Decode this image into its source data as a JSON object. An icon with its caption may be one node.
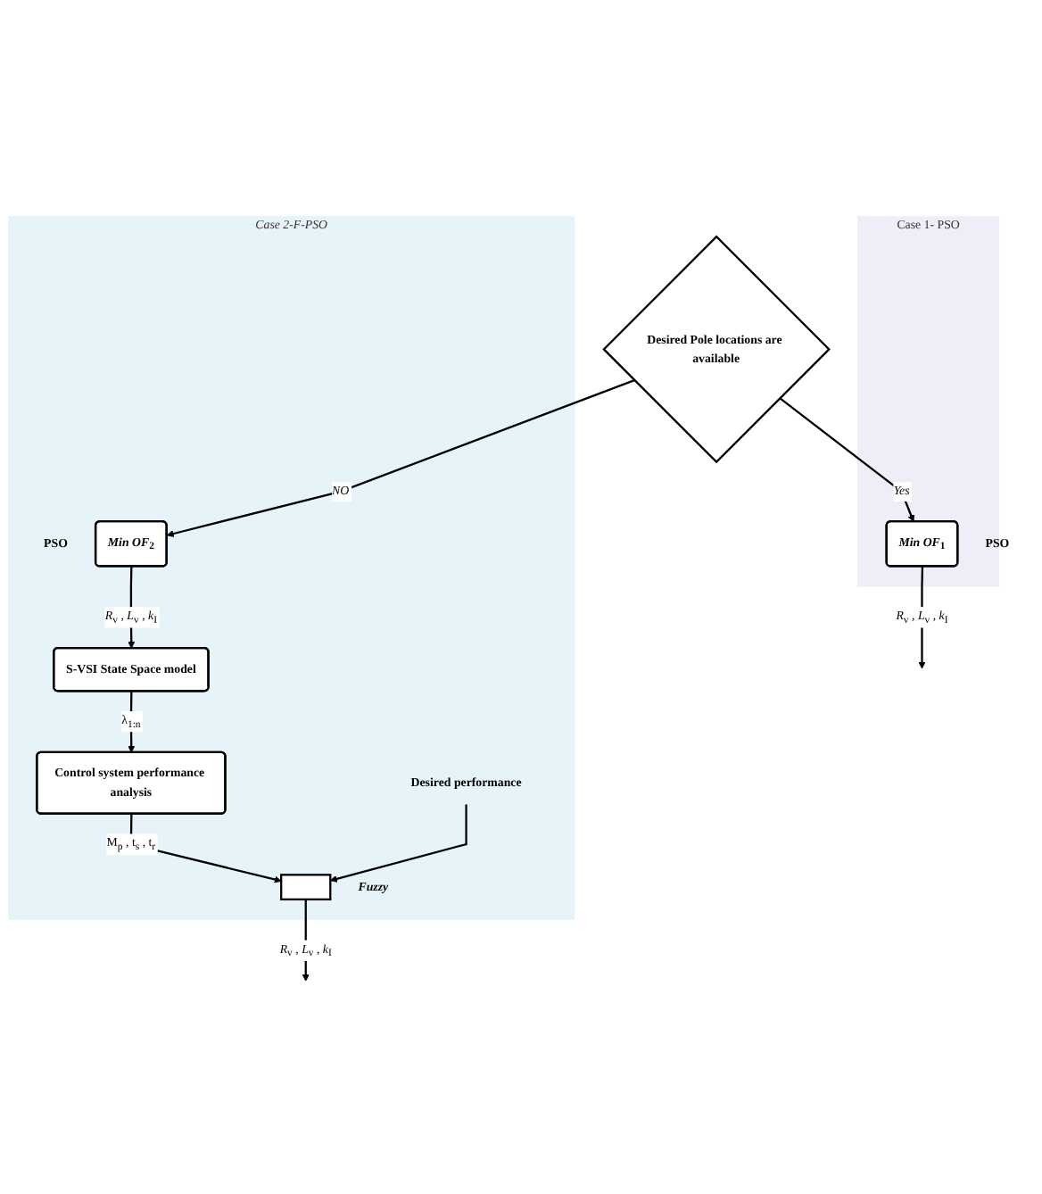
{
  "diagram": {
    "nodes": [
      {
        "text": [
          "Desired Pole locations are available"
        ]
      },
      {
        "text": [
          "Case 1- PSO"
        ]
      },
      {
        "text": [
          "*Min OF*$_{1}$"
        ],
        "in": 1,
        "beside": [
          "PSO"
        ]
      },
      {
        "text": [
          "*Case 2-F-PSO*"
        ]
      },
      {
        "text": [
          "*Min OF*$_{2}$"
        ],
        "in": 3,
        "beside": [
          "PSO"
        ]
      },
      {
        "text": [
          "S-VSI State Space model"
        ],
        "in": 3
      },
      {
        "text": [
          "Control system performance analysis"
        ],
        "in": 3
      },
      {
        "text": [],
        "shape": "box",
        "in": 3,
        "beside": [
          "*Fuzzy*"
        ]
      },
      {
        "text": [
          "Desired performance"
        ],
        "in": 3
      }
    ],
    "edges": [
      {
        "from": 0,
        "to": 2,
        "arrow": "to",
        "label": "*Yes*"
      },
      {
        "from": 0,
        "to": 4,
        "arrow": "to",
        "label": "*NO*"
      },
      {
        "from": 2,
        "to": null,
        "arrow": "to",
        "label": "*R*$_{v}$ , *L*$_{v}$ , *k*$_{I}$"
      },
      {
        "from": 4,
        "to": 5,
        "arrow": "to",
        "label": "*R*$_{v}$ , *L*$_{v}$ , *k*$_{I}$"
      },
      {
        "from": 5,
        "to": 6,
        "arrow": "to",
        "label": "λ$_{1:n}$"
      },
      {
        "from": 6,
        "to": 7,
        "arrow": "to",
        "label": "M$_{p}$ , t$_{s}$ , t$_{r}$"
      },
      {
        "from": 8,
        "to": 7,
        "arrow": "to"
      },
      {
        "from": 7,
        "to": null,
        "arrow": "to",
        "label": "*R*$_{v}$ , *L*$_{v}$ , *k*$_{I}$"
      }
    ]
  }
}
